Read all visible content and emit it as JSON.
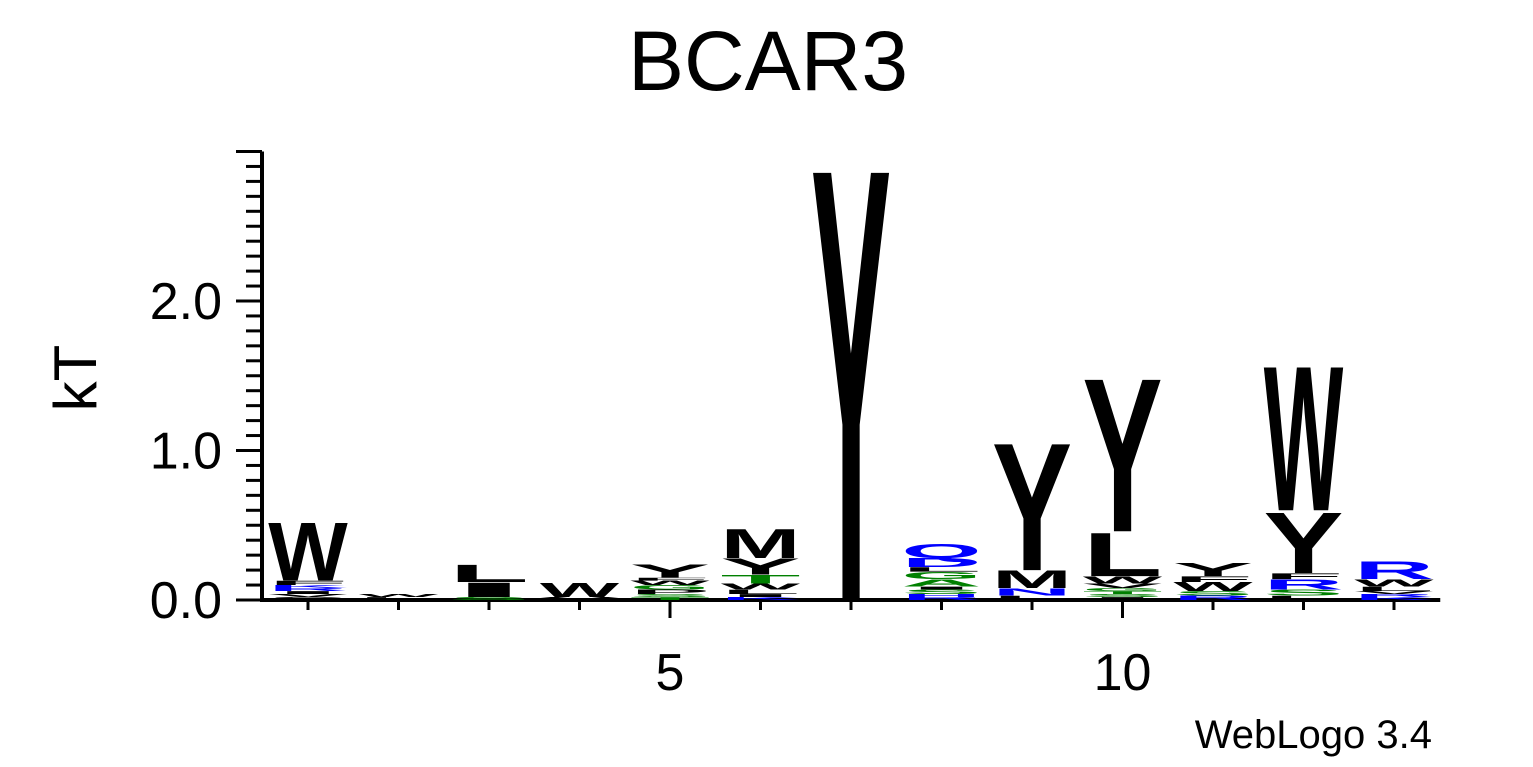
{
  "chart_data": {
    "type": "sequence-logo",
    "title": "BCAR3",
    "ylabel": "kT",
    "xlabel": "",
    "ylim": [
      0,
      3.0
    ],
    "yticks": [
      {
        "value": 0,
        "label": "0.0"
      },
      {
        "value": 1,
        "label": "1.0"
      },
      {
        "value": 2,
        "label": "2.0"
      }
    ],
    "xticks": [
      {
        "value": 5,
        "label": "5"
      },
      {
        "value": 10,
        "label": "10"
      }
    ],
    "positions": [
      {
        "pos": 1,
        "stack": [
          {
            "letter": "S",
            "height": 0.02,
            "color": "#000000"
          },
          {
            "letter": "V",
            "height": 0.02,
            "color": "#000000"
          },
          {
            "letter": "I",
            "height": 0.02,
            "color": "#000000"
          },
          {
            "letter": "R",
            "height": 0.02,
            "color": "#0000ff"
          },
          {
            "letter": "K",
            "height": 0.02,
            "color": "#0000ff"
          },
          {
            "letter": "F",
            "height": 0.03,
            "color": "#000000"
          },
          {
            "letter": "W",
            "height": 0.4,
            "color": "#000000"
          }
        ]
      },
      {
        "pos": 2,
        "stack": [
          {
            "letter": "L",
            "height": 0.02,
            "color": "#000000"
          },
          {
            "letter": "W",
            "height": 0.02,
            "color": "#000000"
          }
        ]
      },
      {
        "pos": 3,
        "stack": [
          {
            "letter": "S",
            "height": 0.02,
            "color": "#008000"
          },
          {
            "letter": "I",
            "height": 0.1,
            "color": "#000000"
          },
          {
            "letter": "L",
            "height": 0.12,
            "color": "#000000"
          }
        ]
      },
      {
        "pos": 4,
        "stack": [
          {
            "letter": "V",
            "height": 0.02,
            "color": "#000000"
          },
          {
            "letter": "W",
            "height": 0.1,
            "color": "#000000"
          }
        ]
      },
      {
        "pos": 5,
        "stack": [
          {
            "letter": "T",
            "height": 0.02,
            "color": "#008000"
          },
          {
            "letter": "S",
            "height": 0.02,
            "color": "#008000"
          },
          {
            "letter": "P",
            "height": 0.03,
            "color": "#000000"
          },
          {
            "letter": "G",
            "height": 0.03,
            "color": "#008000"
          },
          {
            "letter": "W",
            "height": 0.03,
            "color": "#000000"
          },
          {
            "letter": "F",
            "height": 0.02,
            "color": "#000000"
          },
          {
            "letter": "Y",
            "height": 0.09,
            "color": "#000000"
          }
        ]
      },
      {
        "pos": 6,
        "stack": [
          {
            "letter": "K",
            "height": 0.02,
            "color": "#0000ff"
          },
          {
            "letter": "I",
            "height": 0.02,
            "color": "#000000"
          },
          {
            "letter": "L",
            "height": 0.03,
            "color": "#000000"
          },
          {
            "letter": "W",
            "height": 0.04,
            "color": "#000000"
          },
          {
            "letter": "T",
            "height": 0.06,
            "color": "#008000"
          },
          {
            "letter": "Y",
            "height": 0.11,
            "color": "#000000"
          },
          {
            "letter": "M",
            "height": 0.2,
            "color": "#000000"
          }
        ]
      },
      {
        "pos": 7,
        "stack": [
          {
            "letter": "Y",
            "height": 2.99,
            "color": "#000000"
          }
        ]
      },
      {
        "pos": 8,
        "stack": [
          {
            "letter": "R",
            "height": 0.02,
            "color": "#0000ff"
          },
          {
            "letter": "H",
            "height": 0.02,
            "color": "#0000ff"
          },
          {
            "letter": "S",
            "height": 0.03,
            "color": "#008000"
          },
          {
            "letter": "I",
            "height": 0.02,
            "color": "#000000"
          },
          {
            "letter": "A",
            "height": 0.05,
            "color": "#008000"
          },
          {
            "letter": "G",
            "height": 0.05,
            "color": "#008000"
          },
          {
            "letter": "L",
            "height": 0.03,
            "color": "#000000"
          },
          {
            "letter": "D",
            "height": 0.06,
            "color": "#0000ff"
          },
          {
            "letter": "Q",
            "height": 0.1,
            "color": "#0000ff"
          }
        ]
      },
      {
        "pos": 9,
        "stack": [
          {
            "letter": "L",
            "height": 0.03,
            "color": "#000000"
          },
          {
            "letter": "N",
            "height": 0.05,
            "color": "#0000ff"
          },
          {
            "letter": "M",
            "height": 0.12,
            "color": "#000000"
          },
          {
            "letter": "Y",
            "height": 0.88,
            "color": "#000000"
          }
        ]
      },
      {
        "pos": 10,
        "stack": [
          {
            "letter": "I",
            "height": 0.02,
            "color": "#000000"
          },
          {
            "letter": "S",
            "height": 0.02,
            "color": "#008000"
          },
          {
            "letter": "T",
            "height": 0.02,
            "color": "#008000"
          },
          {
            "letter": "G",
            "height": 0.02,
            "color": "#008000"
          },
          {
            "letter": "V",
            "height": 0.03,
            "color": "#000000"
          },
          {
            "letter": "W",
            "height": 0.05,
            "color": "#000000"
          },
          {
            "letter": "L",
            "height": 0.3,
            "color": "#000000"
          },
          {
            "letter": "Y",
            "height": 1.06,
            "color": "#000000"
          }
        ]
      },
      {
        "pos": 11,
        "stack": [
          {
            "letter": "R",
            "height": 0.03,
            "color": "#0000ff"
          },
          {
            "letter": "S",
            "height": 0.03,
            "color": "#008000"
          },
          {
            "letter": "W",
            "height": 0.06,
            "color": "#000000"
          },
          {
            "letter": "F",
            "height": 0.04,
            "color": "#000000"
          },
          {
            "letter": "Y",
            "height": 0.09,
            "color": "#000000"
          }
        ]
      },
      {
        "pos": 12,
        "stack": [
          {
            "letter": "L",
            "height": 0.03,
            "color": "#000000"
          },
          {
            "letter": "S",
            "height": 0.04,
            "color": "#008000"
          },
          {
            "letter": "R",
            "height": 0.07,
            "color": "#0000ff"
          },
          {
            "letter": "F",
            "height": 0.04,
            "color": "#000000"
          },
          {
            "letter": "Y",
            "height": 0.42,
            "color": "#000000"
          },
          {
            "letter": "W",
            "height": 1.0,
            "color": "#000000"
          }
        ]
      },
      {
        "pos": 13,
        "stack": [
          {
            "letter": "K",
            "height": 0.02,
            "color": "#0000ff"
          },
          {
            "letter": "R",
            "height": 0.02,
            "color": "#0000ff"
          },
          {
            "letter": "V",
            "height": 0.02,
            "color": "#000000"
          },
          {
            "letter": "L",
            "height": 0.03,
            "color": "#000000"
          },
          {
            "letter": "W",
            "height": 0.05,
            "color": "#000000"
          },
          {
            "letter": "R",
            "height": 0.12,
            "color": "#0000ff"
          }
        ]
      }
    ]
  },
  "footer": "WebLogo 3.4"
}
